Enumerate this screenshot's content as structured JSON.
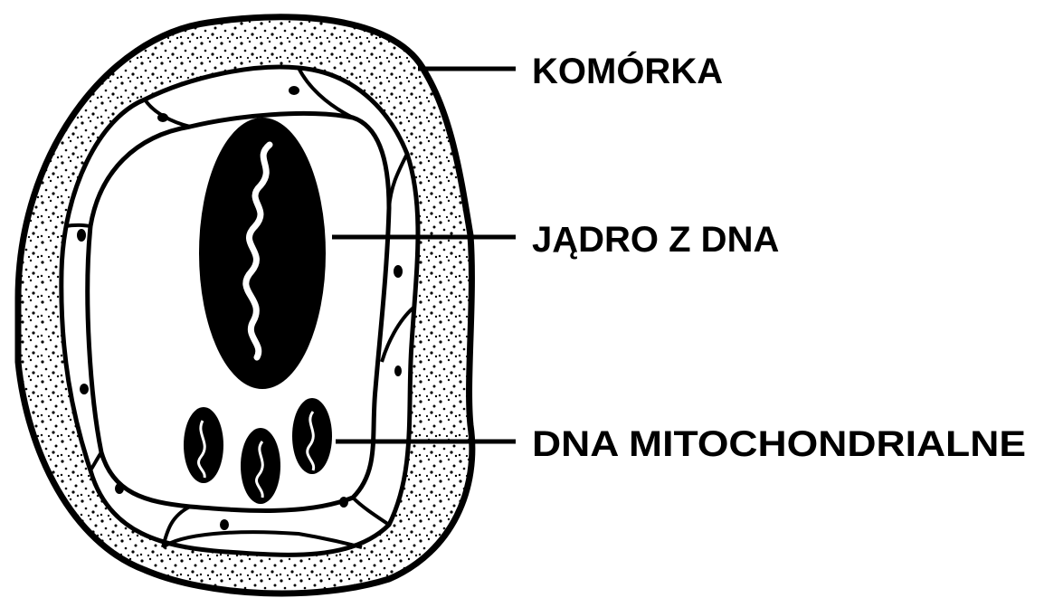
{
  "labels": {
    "cell": "KOMÓRKA",
    "nucleus": "JĄDRO Z DNA",
    "mitochondria": "DNA MITOCHONDRIALNE"
  },
  "colors": {
    "ink": "#000000",
    "background": "#ffffff"
  }
}
